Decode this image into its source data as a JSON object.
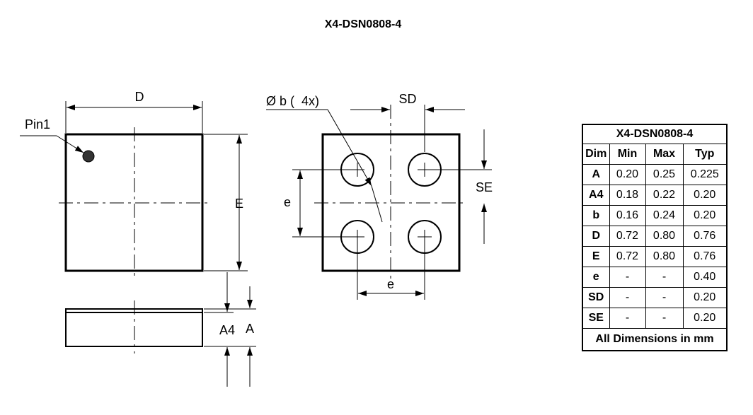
{
  "title": "X4-DSN0808-4",
  "labels": {
    "pin1": "Pin1",
    "d": "D",
    "e_dim": "E",
    "diameter": "Ø b (  4x)",
    "sd": "SD",
    "se": "SE",
    "e_pitch_left": "e",
    "e_pitch_bottom": "e",
    "a4": "A4",
    "a": "A"
  },
  "table": {
    "caption": "X4-DSN0808-4",
    "headers": [
      "Dim",
      "Min",
      "Max",
      "Typ"
    ],
    "rows": [
      {
        "dim": "A",
        "min": "0.20",
        "max": "0.25",
        "typ": "0.225"
      },
      {
        "dim": "A4",
        "min": "0.18",
        "max": "0.22",
        "typ": "0.20"
      },
      {
        "dim": "b",
        "min": "0.16",
        "max": "0.24",
        "typ": "0.20"
      },
      {
        "dim": "D",
        "min": "0.72",
        "max": "0.80",
        "typ": "0.76"
      },
      {
        "dim": "E",
        "min": "0.72",
        "max": "0.80",
        "typ": "0.76"
      },
      {
        "dim": "e",
        "min": "-",
        "max": "-",
        "typ": "0.40"
      },
      {
        "dim": "SD",
        "min": "-",
        "max": "-",
        "typ": "0.20"
      },
      {
        "dim": "SE",
        "min": "-",
        "max": "-",
        "typ": "0.20"
      }
    ],
    "footer": "All Dimensions in mm"
  }
}
